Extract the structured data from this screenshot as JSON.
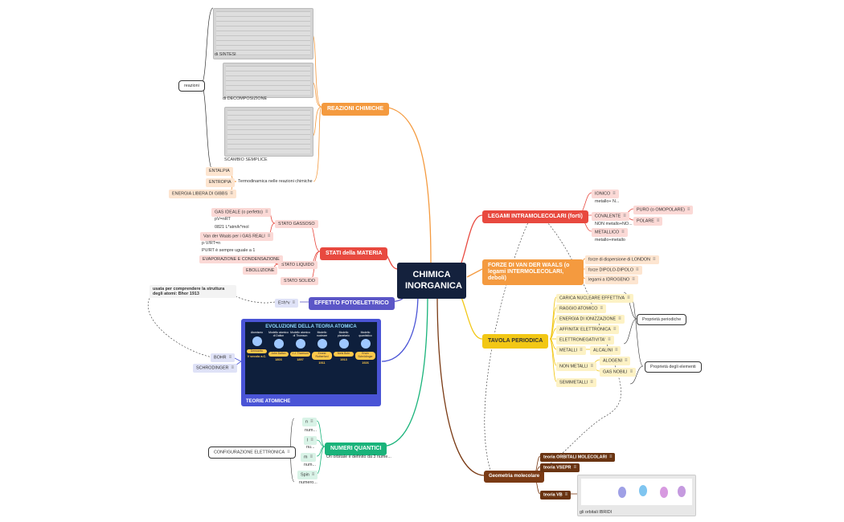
{
  "central": "CHIMICA\nINORGANICA",
  "reazioni": {
    "title": "REAZIONI CHIMICHE",
    "label": "reazioni",
    "sintesi": "di SINTESI",
    "decomposizione": "di DECOMPOSIZIONE",
    "scambio": "SCAMBIO SEMPLICE",
    "termo": "Termodinamica nelle reazioni chimiche",
    "entalpia": "ENTALPIA",
    "entropia": "ENTROPIA",
    "gibbs": "ENERGIA LIBERA DI GIBBS"
  },
  "stati": {
    "title": "STATI della MATERIA",
    "gassoso": "STATO GASSOSO",
    "ideale": "GAS IDEALE (o perfetto)",
    "pvnrt": "pV=nRT",
    "r": "0821 L*atm/k*mol",
    "vdw": "Van der Waals per i GAS REALI",
    "pvnrt2": "p·V/RT=n",
    "sempre": "PV/RT è sempre uguale a 1",
    "liquido": "STATO LIQUIDO",
    "evap": "EVAPORAZIONE E CONDENSAZIONE",
    "ebol": "EBOLLIZIONE",
    "solido": "STATO SOLIDO"
  },
  "effetto": {
    "title": "EFFETTO FOTOELETTRICO",
    "formula": "E=h*v",
    "note": "usata per comprendere la struttura degli atomi: Bhor 1913"
  },
  "teorie": {
    "title": "EVOLUZIONE DELLA TEORIA ATOMICA",
    "label": "TEORIE ATOMICHE",
    "cols": [
      {
        "h": "Atomismo",
        "tag": "Democrito",
        "yr": "V secolo a.C."
      },
      {
        "h": "Modello atomico di Dalton",
        "tag": "John Dalton",
        "yr": "1803"
      },
      {
        "h": "Modello atomico di Thomson",
        "tag": "J.J. Thomson",
        "yr": "1897"
      },
      {
        "h": "Modello nucleare",
        "tag": "Ernest Rutherford",
        "yr": "1911"
      },
      {
        "h": "Modello planetario",
        "tag": "Niels Bohr",
        "yr": "1913"
      },
      {
        "h": "Modello quantistico",
        "tag": "Erwin Schrödinger",
        "yr": "1926"
      }
    ],
    "bohr": "BOHR",
    "schrodinger": "SCHRODINGER"
  },
  "numeri": {
    "title": "NUMERI QUANTICI",
    "note": "Un orbitale è definito da 3 nume...",
    "config": "CONFIGURAZIONE ELETTRONICA",
    "n": "n",
    "n_sub": "num...",
    "l": "l",
    "l_sub": "nu...",
    "m": "m",
    "m_sub": "num...",
    "spin": "Spin",
    "spin_sub": "numero..."
  },
  "legami": {
    "title": "LEGAMI INTRAMOLECOLARI (forti)",
    "ionico": "IONICO",
    "ionico_sub": "metallo+ N...",
    "covalente": "COVALENTE",
    "covalente_sub": "NON metallo+NO...",
    "puro": "PURO (o OMOPOLARE)",
    "polare": "POLARE",
    "metallico": "METALLICO",
    "metallico_sub": "metallo+metallo"
  },
  "forze": {
    "title": "FORZE DI VAN DER WAALS (o legami INTERMOLECOLARI, deboli)",
    "london": "forze di dispersione di LONDON",
    "dipolo": "forze DIPOLO-DIPOLO",
    "idrogeno": "legami a IDROGENO"
  },
  "tavola": {
    "title": "TAVOLA PERIODICA",
    "items": [
      "CARICA NUCLEARE EFFETTIVA",
      "RAGGIO ATOMICO",
      "ENERGIA DI IONIZZAZIONE",
      "AFFINITA' ELETTRONICA",
      "ELETTRONEGATIVITA'"
    ],
    "metalli": "METALLI",
    "alcalini": "ALCALINI",
    "nonmetalli": "NON METALLI",
    "alogeni": "ALOGENI",
    "gasnobili": "GAS NOBILI",
    "semimetalli": "SEMIMETALLI",
    "proprieta": "Proprietà periodiche",
    "elementi": "Proprietà degli elementi"
  },
  "geometria": {
    "title": "Geometria molecolare",
    "orbitali": "teoria ORBITALI MOLECOLARI",
    "vsepr": "teoria VSEPR",
    "vb": "teoria VB",
    "ibridi": "gli orbitali IBRIDI"
  }
}
